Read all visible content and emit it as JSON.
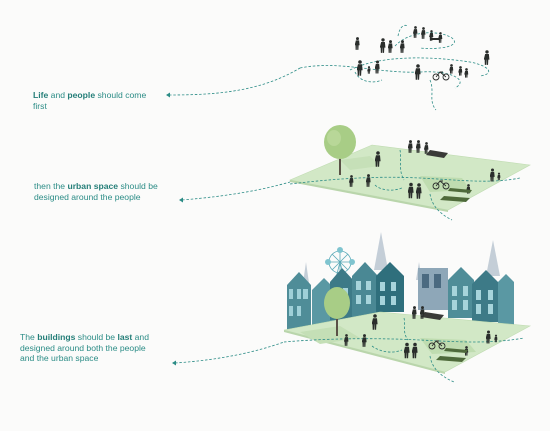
{
  "captions": [
    {
      "line1": [
        {
          "text": "Life",
          "bold": true
        },
        {
          "text": " and ",
          "bold": false
        },
        {
          "text": "people",
          "bold": true
        },
        {
          "text": " should come",
          "bold": false
        }
      ],
      "line2": [
        {
          "text": "first",
          "bold": false
        }
      ],
      "line3": []
    },
    {
      "line1": [
        {
          "text": "then the ",
          "bold": false
        },
        {
          "text": "urban space",
          "bold": true
        },
        {
          "text": " should be",
          "bold": false
        }
      ],
      "line2": [
        {
          "text": "designed  around the  people",
          "bold": false
        }
      ],
      "line3": []
    },
    {
      "line1": [
        {
          "text": "The ",
          "bold": false
        },
        {
          "text": "buildings",
          "bold": true
        },
        {
          "text": " should be ",
          "bold": false
        },
        {
          "text": "last",
          "bold": true
        },
        {
          "text": " and",
          "bold": false
        }
      ],
      "line2": [
        {
          "text": "designed around both the people",
          "bold": false
        }
      ],
      "line3": [
        {
          "text": "and the urban space",
          "bold": false
        }
      ]
    }
  ],
  "colors": {
    "accent": "#2b8c86",
    "ground": "#cfe6c3",
    "building": "#4f8f99",
    "people": "#2a2d2b",
    "tree": "#a9cc87"
  },
  "icons": [
    "arrow-left-icon",
    "person-icon",
    "tree-icon",
    "building-icon",
    "bicycle-icon",
    "ferris-wheel-icon"
  ]
}
